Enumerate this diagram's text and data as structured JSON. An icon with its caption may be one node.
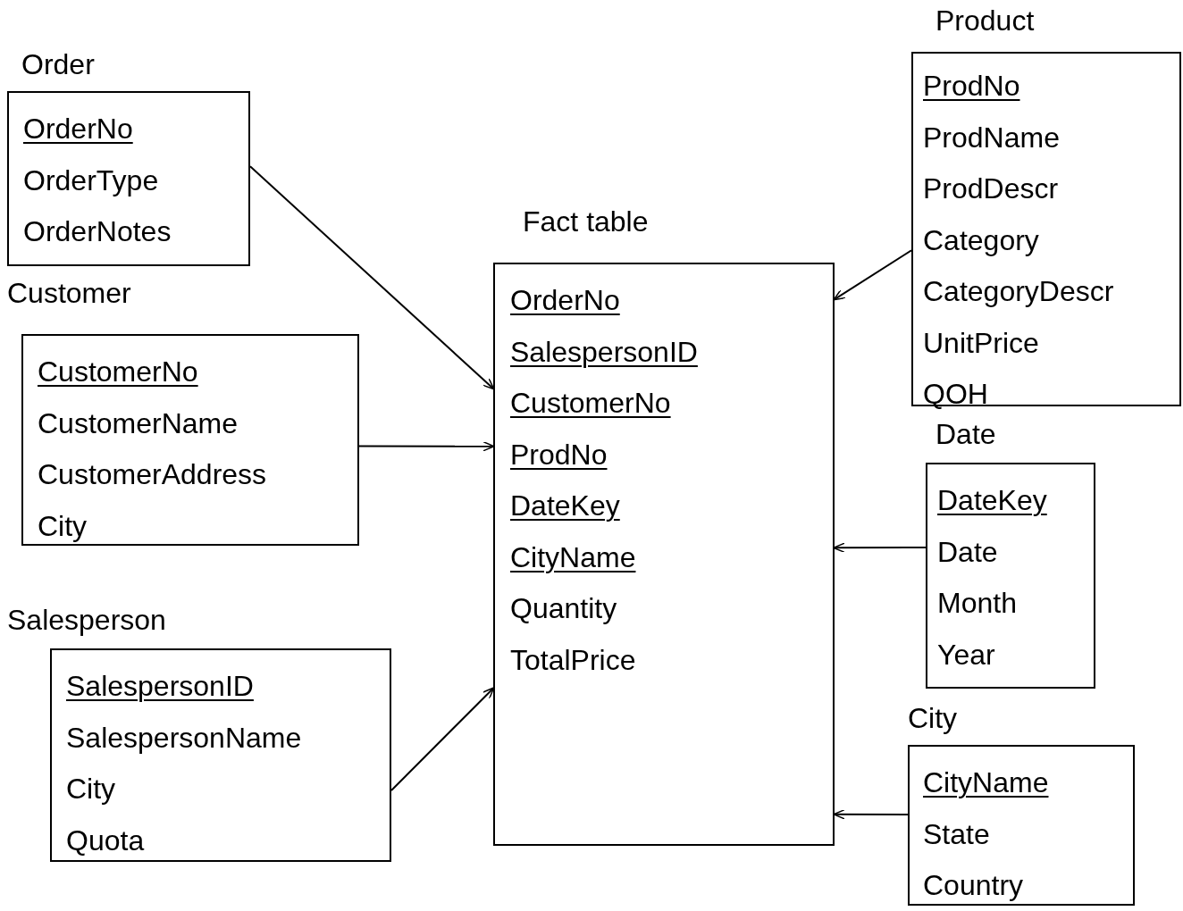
{
  "diagram": {
    "nodes": [
      {
        "text": [
          "Order",
          "OrderNo",
          "OrderType",
          "OrderNotes"
        ]
      },
      {
        "text": [
          "Customer",
          "CustomerNo",
          "CustomerName",
          "CustomerAddress",
          "City"
        ]
      },
      {
        "text": [
          "Salesperson",
          "SalespersonID",
          "SalespersonName",
          "City",
          "Quota"
        ]
      },
      {
        "text": [
          "Fact table",
          "OrderNo",
          "SalespersonID",
          "CustomerNo",
          "ProdNo",
          "DateKey",
          "CityName",
          "Quantity",
          "TotalPrice"
        ]
      },
      {
        "text": [
          "Product",
          "ProdNo",
          "ProdName",
          "ProdDescr",
          "Category",
          "CategoryDescr",
          "UnitPrice",
          "QOH"
        ]
      },
      {
        "text": [
          "Date",
          "DateKey",
          "Date",
          "Month",
          "Year"
        ]
      },
      {
        "text": [
          "City",
          "CityName",
          "State",
          "Country"
        ]
      }
    ],
    "edges": [
      {
        "from": 0,
        "to": 3,
        "arrow": "to"
      },
      {
        "from": 1,
        "to": 3,
        "arrow": "to"
      },
      {
        "from": 2,
        "to": 3,
        "arrow": "to"
      },
      {
        "from": 4,
        "to": 3,
        "arrow": "to"
      },
      {
        "from": 5,
        "to": 3,
        "arrow": "to"
      },
      {
        "from": 6,
        "to": 3,
        "arrow": "to"
      }
    ]
  }
}
